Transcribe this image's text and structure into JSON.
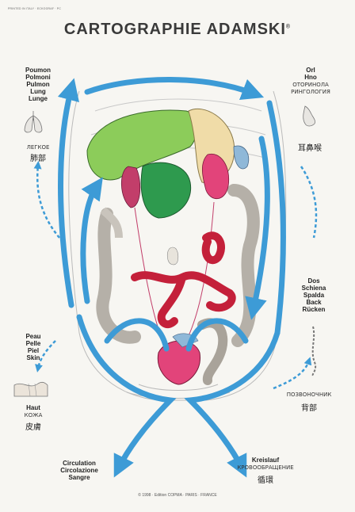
{
  "printed_note": "PRINTED IN ITALY · ECKOGRAF · PC",
  "title": "CARTOGRAPHIE ADAMSKI",
  "title_mark": "®",
  "labels": {
    "lungs": {
      "lines": [
        "Poumon",
        "Polmoni",
        "Pulmon",
        "Lung",
        "Lunge"
      ],
      "cyrillic": "ЛЕГКОЕ",
      "cjk": "肺部"
    },
    "ent": {
      "lines": [
        "Orl",
        "Hno"
      ],
      "cyrillic_lines": [
        "ОТОРИНОЛА",
        "РИНГОЛОГИЯ"
      ],
      "cjk": "耳鼻喉"
    },
    "spine": {
      "lines": [
        "Dos",
        "Schiena",
        "Spalda",
        "Back",
        "Rücken"
      ],
      "cyrillic": "ПОЗВОНОЧНИК",
      "cjk": "背部"
    },
    "skin": {
      "lines": [
        "Peau",
        "Pelle",
        "Piel",
        "Skin"
      ],
      "lines2": [
        "Haut"
      ],
      "cyrillic": "КОЖА",
      "cjk": "皮膚"
    },
    "circulation": {
      "lines": [
        "Circulation",
        "Circolazione",
        "Sangre"
      ]
    },
    "kreislauf": {
      "lines": [
        "Kreislauf"
      ],
      "cyrillic": "КРОВООБРАЩЕНИЕ",
      "cjk": "循環"
    }
  },
  "footer": "© 1998 · Edition COPMA · PARIS · FRANCE",
  "colors": {
    "arrow": "#3d9bd6",
    "liver": "#8ccc5a",
    "stomach": "#f0dca8",
    "intestine": "#c4203a",
    "bladder": "#e2447a",
    "colon": "#b5b0a8"
  }
}
